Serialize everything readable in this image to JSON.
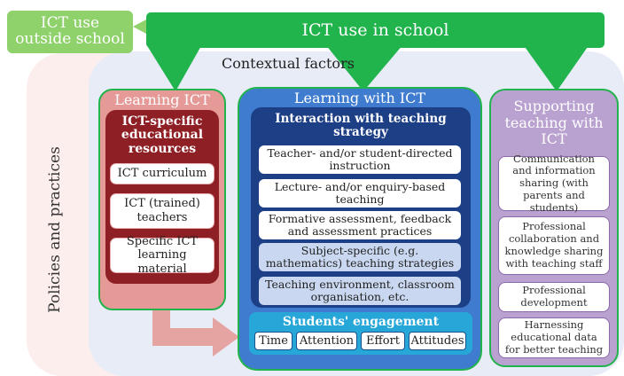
{
  "diagram": {
    "outside_school": "ICT use outside school",
    "in_school": "ICT use in school",
    "contextual_factors": "Contextual factors",
    "policies": "Policies and practices",
    "learning_ict": {
      "title": "Learning ICT",
      "header": "ICT-specific educational resources",
      "items": [
        "ICT curriculum",
        "ICT (trained) teachers",
        "Specific ICT learning material"
      ]
    },
    "learning_with_ict": {
      "title": "Learning with ICT",
      "header": "Interaction with teaching strategy",
      "items": [
        "Teacher- and/or student-directed instruction",
        "Lecture- and/or enquiry-based teaching",
        "Formative assessment, feedback and assessment practices",
        "Subject-specific (e.g. mathematics) teaching strategies",
        "Teaching environment, classroom organisation, etc."
      ],
      "engagement_title": "Students' engagement",
      "engagement_items": [
        "Time",
        "Attention",
        "Effort",
        "Attitudes"
      ]
    },
    "supporting": {
      "title": "Supporting teaching with ICT",
      "items": [
        "Communication and information sharing (with parents and students)",
        "Professional collaboration and knowledge sharing with teaching staff",
        "Professional development",
        "Harnessing educational data for better teaching"
      ]
    }
  },
  "colors": {
    "green": "#21b34c",
    "light_green": "#8fd16b",
    "dark_red": "#8e1f24",
    "pink_panel": "#e59a97",
    "blue_panel": "#3f7cd0",
    "dark_blue": "#1d3f86",
    "purple_panel": "#b9a1d0",
    "arrow_pink": "#e5a3a1"
  }
}
